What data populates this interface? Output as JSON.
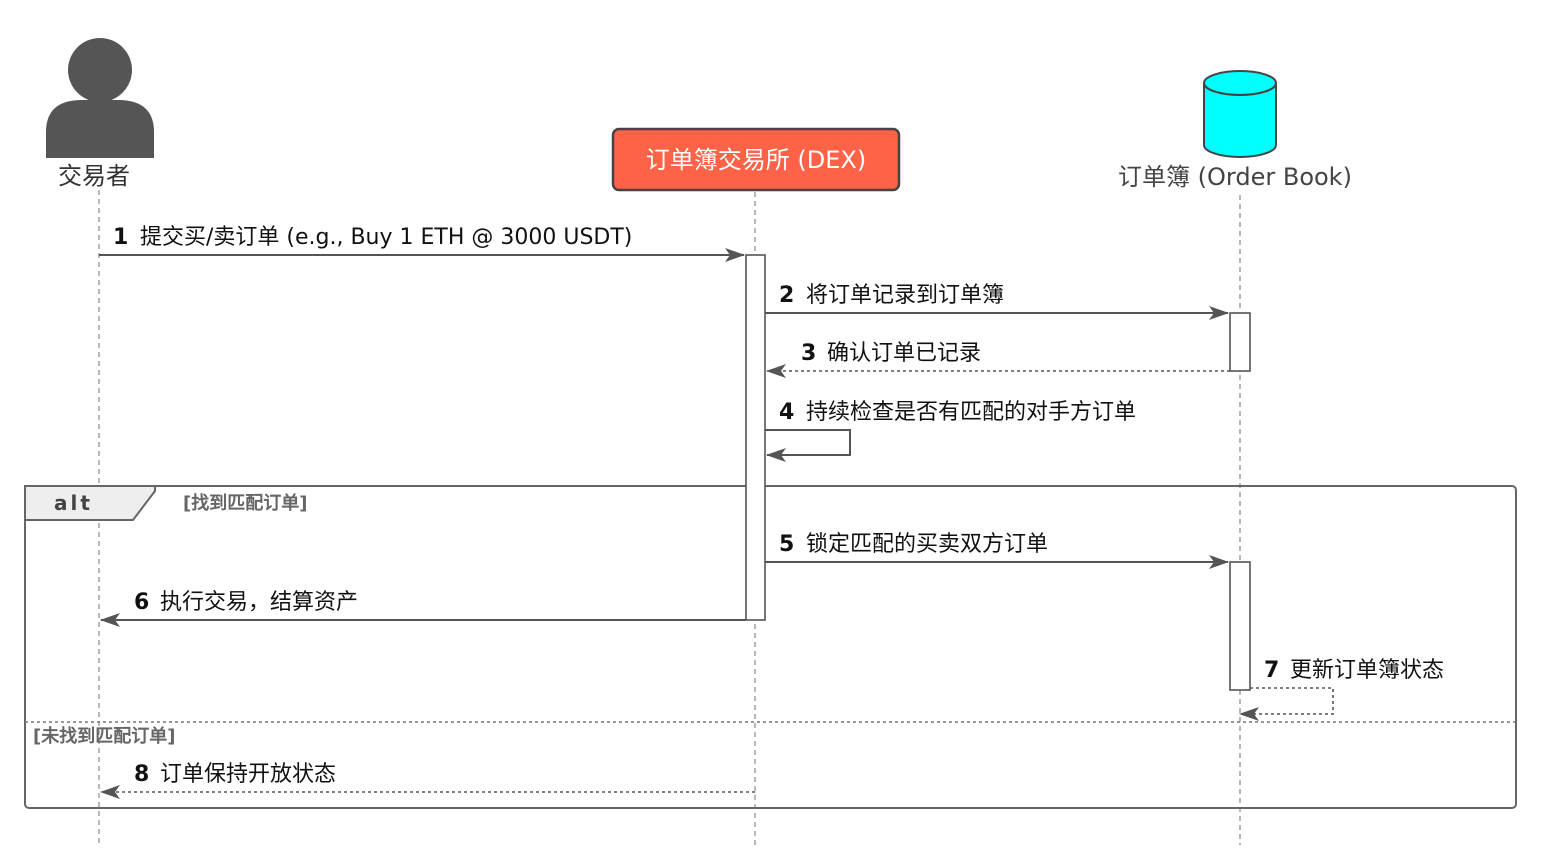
{
  "participants": {
    "trader": "交易者",
    "dex": "订单簿交易所 (DEX)",
    "orderbook": "订单簿 (Order Book)"
  },
  "colors": {
    "dex_fill": "#FF6347",
    "dex_border": "#444444",
    "db_fill": "#00FFFF",
    "actor_fill": "#555555"
  },
  "messages": [
    {
      "num": "1",
      "text": "提交买/卖订单 (e.g., Buy 1 ETH @ 3000 USDT)"
    },
    {
      "num": "2",
      "text": "将订单记录到订单簿"
    },
    {
      "num": "3",
      "text": "确认订单已记录"
    },
    {
      "num": "4",
      "text": "持续检查是否有匹配的对手方订单"
    },
    {
      "num": "5",
      "text": "锁定匹配的买卖双方订单"
    },
    {
      "num": "6",
      "text": "执行交易，结算资产"
    },
    {
      "num": "7",
      "text": "更新订单簿状态"
    },
    {
      "num": "8",
      "text": "订单保持开放状态"
    }
  ],
  "alt": {
    "label": "alt",
    "guard_1": "[找到匹配订单]",
    "guard_2": "[未找到匹配订单]"
  }
}
